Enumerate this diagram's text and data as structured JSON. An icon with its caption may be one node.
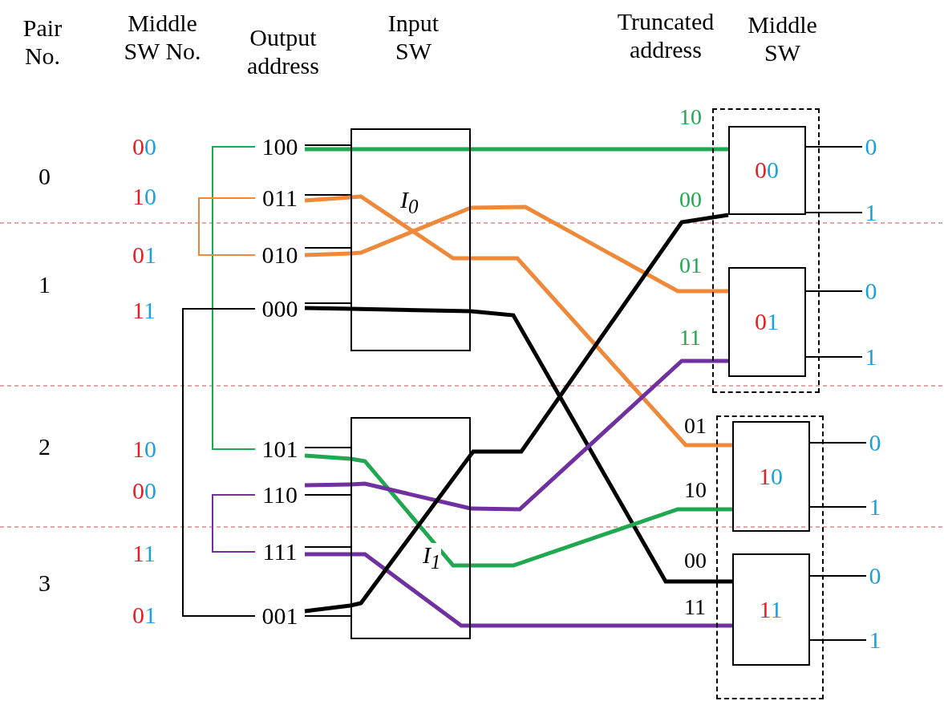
{
  "diagram": {
    "nodes": [
      {
        "text": [
          "100"
        ]
      },
      {
        "text": [
          "011"
        ]
      },
      {
        "text": [
          "010"
        ]
      },
      {
        "text": [
          "000"
        ]
      },
      {
        "text": [
          "101"
        ]
      },
      {
        "text": [
          "110"
        ]
      },
      {
        "text": [
          "111"
        ]
      },
      {
        "text": [
          "001"
        ]
      },
      {
        "text": [
          "I$_{0}$"
        ]
      },
      {
        "text": [
          "I$_{1}$"
        ]
      },
      {
        "text": [],
        "shape": "box"
      },
      {
        "text": [
          "00"
        ],
        "in": 10
      },
      {
        "text": [
          "01"
        ],
        "in": 10
      },
      {
        "text": [],
        "shape": "box"
      },
      {
        "text": [
          "10"
        ],
        "in": 13
      },
      {
        "text": [
          "11"
        ],
        "in": 13
      },
      {
        "text": [
          "0"
        ]
      },
      {
        "text": [
          "1"
        ]
      },
      {
        "text": [
          "0"
        ]
      },
      {
        "text": [
          "1"
        ]
      },
      {
        "text": [
          "0"
        ]
      },
      {
        "text": [
          "1"
        ]
      },
      {
        "text": [
          "0"
        ]
      },
      {
        "text": [
          "1"
        ]
      }
    ],
    "edges": [
      {
        "from": 0,
        "to": 4,
        "arrow": "none",
        "color": "#1fa84f"
      },
      {
        "from": 1,
        "to": 2,
        "arrow": "none",
        "color": "#f0883a"
      },
      {
        "from": 3,
        "to": 7,
        "arrow": "none"
      },
      {
        "from": 5,
        "to": 6,
        "arrow": "none",
        "color": "#7030a0"
      },
      {
        "from": 0,
        "to": 8,
        "arrow": "none"
      },
      {
        "from": 1,
        "to": 8,
        "arrow": "none"
      },
      {
        "from": 2,
        "to": 8,
        "arrow": "none"
      },
      {
        "from": 3,
        "to": 8,
        "arrow": "none"
      },
      {
        "from": 4,
        "to": 9,
        "arrow": "none"
      },
      {
        "from": 5,
        "to": 9,
        "arrow": "none"
      },
      {
        "from": 6,
        "to": 9,
        "arrow": "none"
      },
      {
        "from": 7,
        "to": 9,
        "arrow": "none"
      },
      {
        "from": 0,
        "to": 8,
        "arrow": "none",
        "style": "thick",
        "color": "#1fa84f"
      },
      {
        "from": 1,
        "to": 8,
        "arrow": "none",
        "style": "thick",
        "color": "#f0883a"
      },
      {
        "from": 2,
        "to": 8,
        "arrow": "none",
        "style": "thick",
        "color": "#f0883a"
      },
      {
        "from": 3,
        "to": 8,
        "arrow": "none",
        "style": "thick"
      },
      {
        "from": 4,
        "to": 9,
        "arrow": "none",
        "style": "thick",
        "color": "#1fa84f"
      },
      {
        "from": 5,
        "to": 9,
        "arrow": "none",
        "style": "thick",
        "color": "#7030a0"
      },
      {
        "from": 6,
        "to": 9,
        "arrow": "none",
        "style": "thick",
        "color": "#7030a0"
      },
      {
        "from": 7,
        "to": 9,
        "arrow": "none",
        "style": "thick"
      },
      {
        "from": 8,
        "to": 11,
        "arrow": "none",
        "label": "10",
        "style": "thick",
        "color": "#1fa84f"
      },
      {
        "from": 8,
        "to": 14,
        "arrow": "none",
        "label": "01",
        "style": "thick",
        "color": "#f0883a"
      },
      {
        "from": 8,
        "to": 12,
        "arrow": "none",
        "label": "01",
        "style": "thick",
        "color": "#f0883a"
      },
      {
        "from": 8,
        "to": 15,
        "arrow": "none",
        "label": "00",
        "style": "thick"
      },
      {
        "from": 9,
        "to": 14,
        "arrow": "none",
        "label": "10",
        "style": "thick",
        "color": "#1fa84f"
      },
      {
        "from": 9,
        "to": 12,
        "arrow": "none",
        "label": "11",
        "style": "thick",
        "color": "#7030a0"
      },
      {
        "from": 9,
        "to": 15,
        "arrow": "none",
        "label": "11",
        "style": "thick",
        "color": "#7030a0"
      },
      {
        "from": 9,
        "to": 11,
        "arrow": "none",
        "label": "00",
        "style": "thick"
      },
      {
        "from": 11,
        "to": 16,
        "arrow": "none"
      },
      {
        "from": 11,
        "to": 17,
        "arrow": "none"
      },
      {
        "from": 12,
        "to": 18,
        "arrow": "none"
      },
      {
        "from": 12,
        "to": 19,
        "arrow": "none"
      },
      {
        "from": 14,
        "to": 20,
        "arrow": "none"
      },
      {
        "from": 14,
        "to": 21,
        "arrow": "none"
      },
      {
        "from": 15,
        "to": 22,
        "arrow": "none"
      },
      {
        "from": 15,
        "to": 23,
        "arrow": "none"
      }
    ],
    "labels": [
      "Pair No.",
      "Middle SW No.",
      "Output address",
      "Input SW",
      "Truncated address",
      "Middle SW",
      "0",
      "00",
      "10",
      "1",
      "01",
      "11",
      "2",
      "10",
      "00",
      "3",
      "11",
      "01"
    ]
  }
}
